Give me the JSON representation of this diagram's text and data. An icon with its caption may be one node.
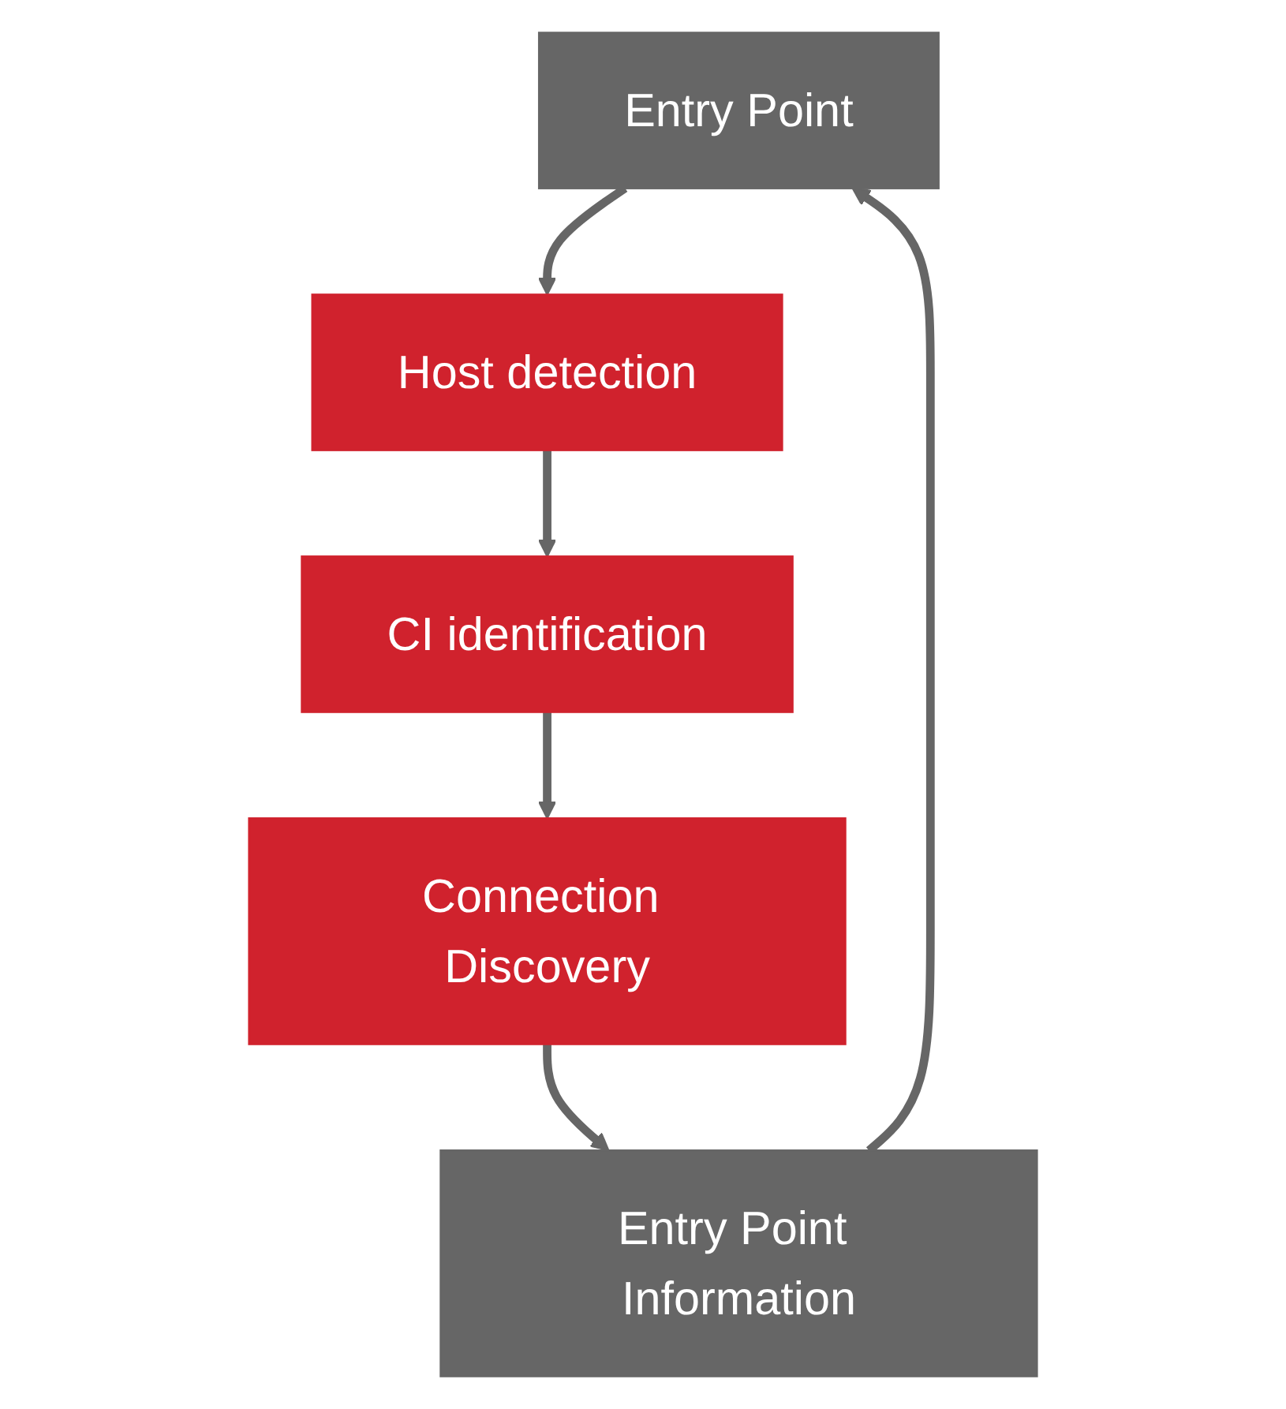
{
  "diagram": {
    "nodes": [
      {
        "text": [
          "Entry Point"
        ]
      },
      {
        "text": [
          "Host detection"
        ]
      },
      {
        "text": [
          "CI identification"
        ]
      },
      {
        "text": [
          "Connection Discovery"
        ]
      },
      {
        "text": [
          "Entry Point Information"
        ]
      }
    ],
    "edges": [
      {
        "from": 0,
        "to": 1,
        "arrow": "to"
      },
      {
        "from": 1,
        "to": 2,
        "arrow": "to"
      },
      {
        "from": 2,
        "to": 3,
        "arrow": "to"
      },
      {
        "from": 3,
        "to": 4,
        "arrow": "to"
      },
      {
        "from": 4,
        "to": 0,
        "arrow": "to"
      }
    ]
  }
}
